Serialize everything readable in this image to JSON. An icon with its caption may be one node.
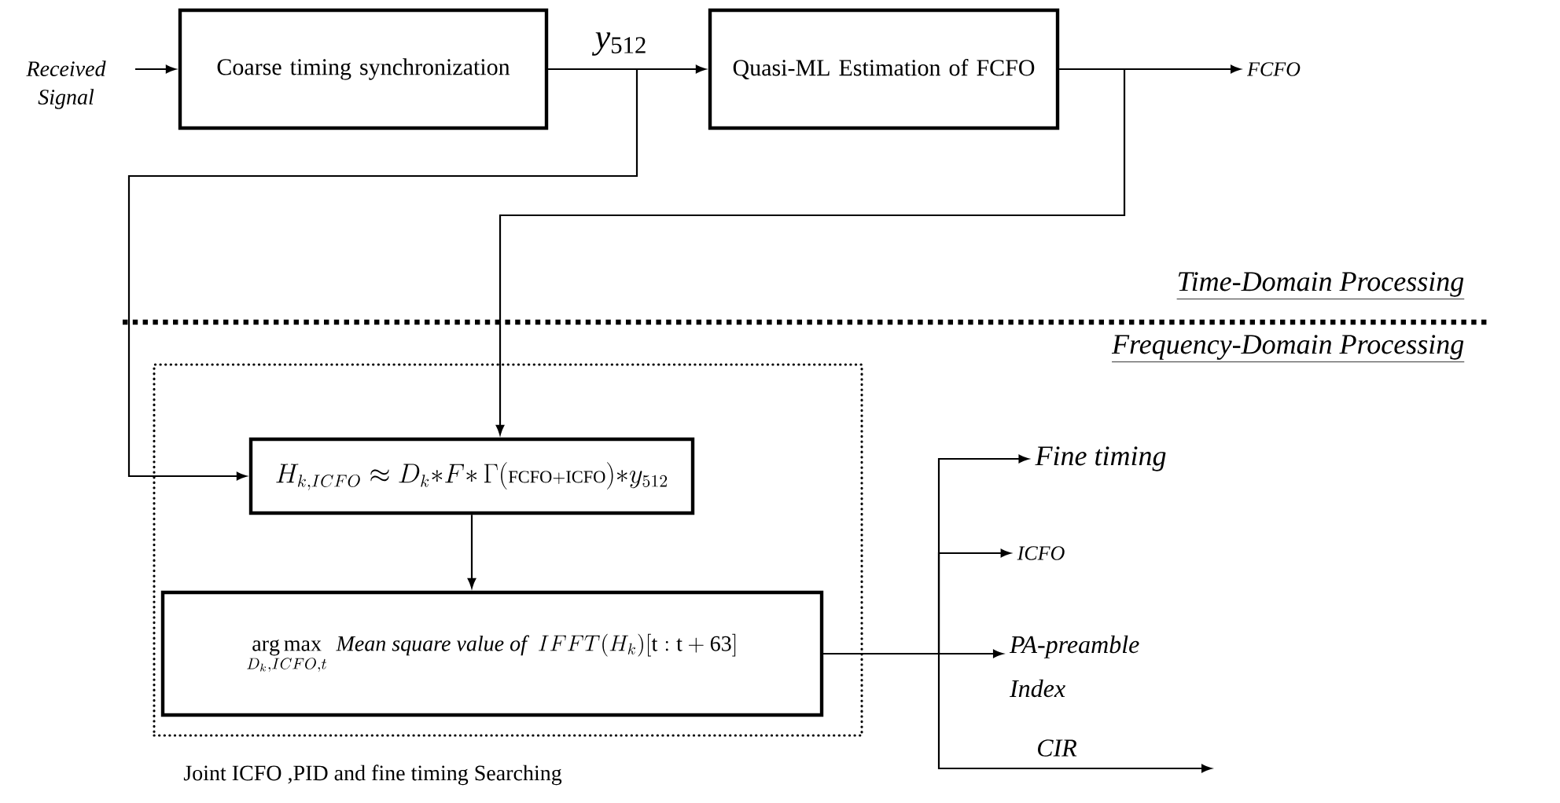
{
  "diagram": {
    "nodes": [
      {
        "text": [
          "Received Signal"
        ]
      },
      {
        "text": [
          "Coarse timing synchronization"
        ]
      },
      {
        "text": [
          "Quasi-ML Estimation of FCFO"
        ]
      },
      {
        "text": [
          "FCFO"
        ]
      },
      {
        "text": [
          "Joint ICFO ,PID and fine timing Searching"
        ]
      },
      {
        "text": [
          "H_{k,ICFO}\\approx D_k{*}F{*}\\,\\Gamma(\\mathrm{\\scriptstyle FCFO+ICFO}){*}y_{512}"
        ],
        "in": 4
      },
      {
        "text": [
          "\\mathop{\\mathrm{arg\\,max}}\\limits_{D_k,ICFO,t}\\ \\textit{Mean square value of}\\ \\ IFFT(H_k)[\\mathrm{t:t+63}]"
        ],
        "in": 4
      },
      {
        "text": [
          "Fine timing"
        ]
      },
      {
        "text": [
          "ICFO"
        ]
      },
      {
        "text": [
          "PA-preamble Index"
        ]
      }
    ],
    "edges": [
      {
        "from": 0,
        "to": 1,
        "arrow": "to"
      },
      {
        "from": 1,
        "to": 2,
        "arrow": "to",
        "label": "*y*$_{512}$"
      },
      {
        "from": 1,
        "to": 5,
        "arrow": "to"
      },
      {
        "from": 2,
        "to": 3,
        "arrow": "to"
      },
      {
        "from": 2,
        "to": 5,
        "arrow": "to"
      },
      {
        "from": 5,
        "to": 6,
        "arrow": "to"
      },
      {
        "from": 6,
        "to": 7,
        "arrow": "to"
      },
      {
        "from": 6,
        "to": 8,
        "arrow": "to"
      },
      {
        "from": 6,
        "to": 9,
        "arrow": "to"
      },
      {
        "from": 6,
        "to": null,
        "arrow": "to",
        "label": "CIR"
      }
    ],
    "labels": [
      "Time-Domain Processing",
      "Frequency-Domain Processing"
    ]
  }
}
